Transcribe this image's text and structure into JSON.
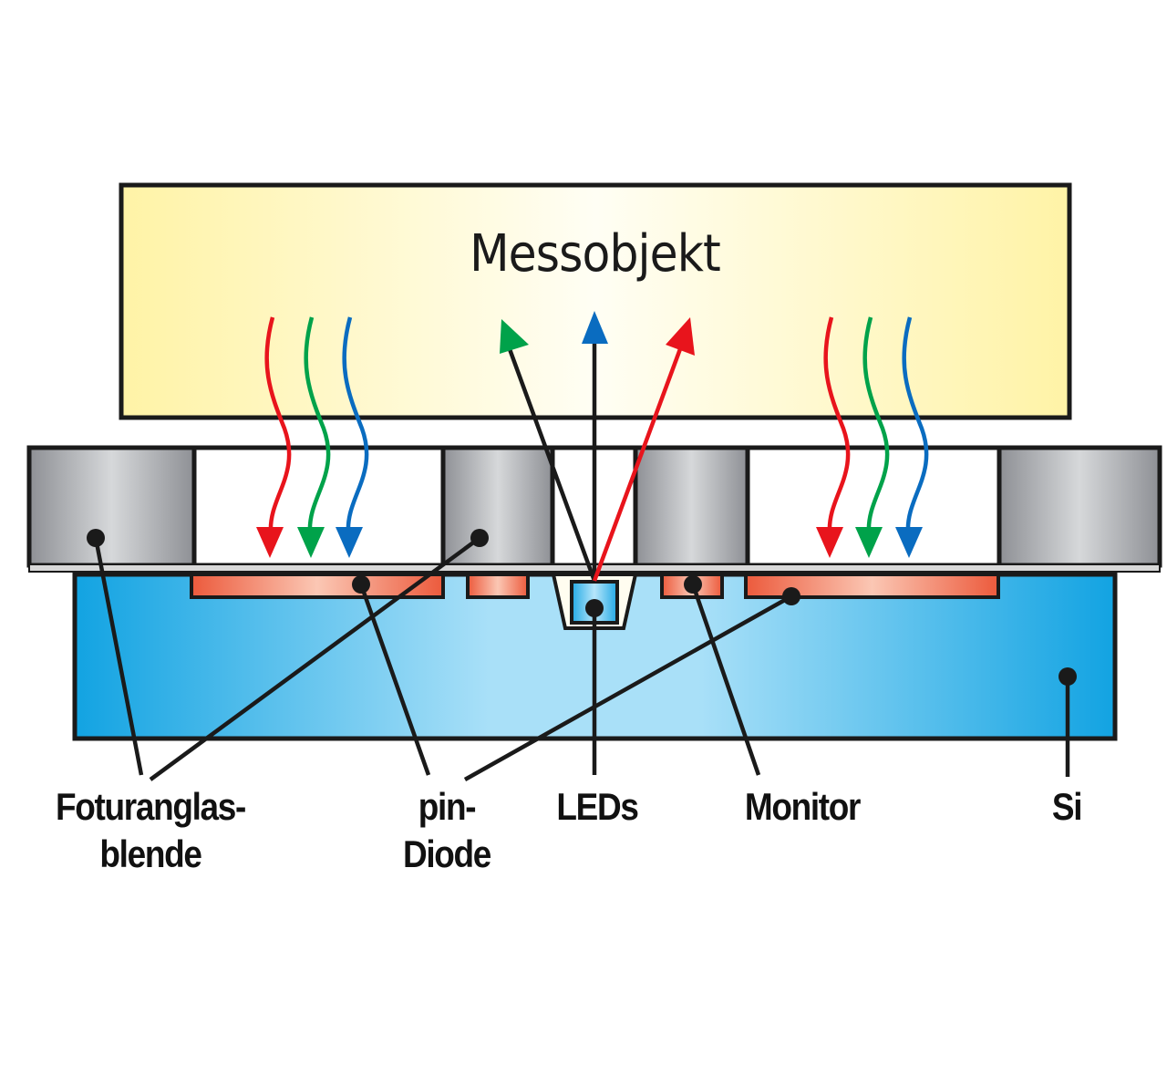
{
  "diagram": {
    "title": "Messobjekt",
    "labels": {
      "fotoblende_line1": "Foturanglas-",
      "fotoblende_line2": "blende",
      "pin_line1": "pin-",
      "pin_line2": "Diode",
      "leds": "LEDs",
      "monitor": "Monitor",
      "si": "Si"
    },
    "colors": {
      "red": "#e8141c",
      "green": "#00a24a",
      "blue": "#0a6cc0",
      "black": "#1a1a1a",
      "object_yellow": "#fff6b0",
      "silicon_blue": "#1aa7e4",
      "silicon_light": "#a8def7",
      "diode_orange": "#ee6a4a",
      "metal_gray": "#9a9ca0"
    },
    "components": [
      {
        "name": "Messobjekt",
        "role": "measured object"
      },
      {
        "name": "Foturanglasblende",
        "role": "photosensitive glass aperture"
      },
      {
        "name": "pin-Diode",
        "role": "photodetector"
      },
      {
        "name": "LEDs",
        "role": "light source"
      },
      {
        "name": "Monitor",
        "role": "monitor diode"
      },
      {
        "name": "Si",
        "role": "silicon substrate"
      }
    ],
    "emitted_rays": [
      "green",
      "blue",
      "red"
    ],
    "received_rays_left": [
      "red",
      "green",
      "blue"
    ],
    "received_rays_right": [
      "red",
      "green",
      "blue"
    ]
  }
}
